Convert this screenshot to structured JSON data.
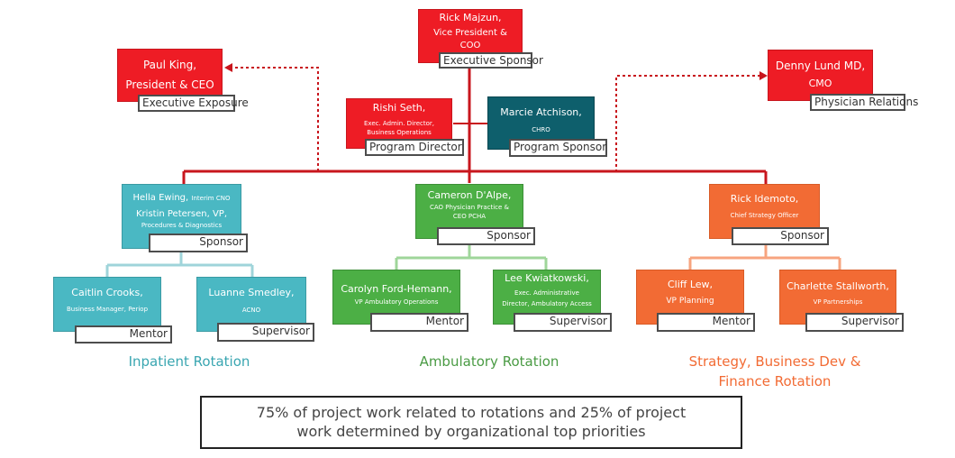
{
  "executives": {
    "majzun": {
      "name": "Rick Majzun,",
      "title": "Vice President &",
      "title2": "COO",
      "role": "Executive Sponsor"
    },
    "king": {
      "name": "Paul King,",
      "title": "President & CEO",
      "role": "Executive Exposure"
    },
    "lund": {
      "name": "Denny Lund MD,",
      "title": "CMO",
      "role": "Physician Relations"
    },
    "seth": {
      "name": "Rishi Seth,",
      "title": "Exec. Admin. Director,",
      "title2": "Business Operations",
      "role": "Program Director"
    },
    "atchison": {
      "name": "Marcie Atchison,",
      "title": "CHRO",
      "role": "Program Sponsor"
    }
  },
  "inpatient": {
    "sponsor": {
      "name1": "Hella Ewing,",
      "title1": "Interim CNO",
      "name2": "Kristin Petersen, VP,",
      "title2": "Procedures & Diagnostics",
      "role": "Sponsor"
    },
    "mentor": {
      "name": "Caitlin Crooks,",
      "title": "Business Manager, Periop",
      "role": "Mentor"
    },
    "supervisor": {
      "name": "Luanne Smedley,",
      "title": "ACNO",
      "role": "Supervisor"
    },
    "label": "Inpatient Rotation"
  },
  "ambulatory": {
    "sponsor": {
      "name": "Cameron D'Alpe,",
      "title": "CAO Physician Practice &",
      "title2": "CEO PCHA",
      "role": "Sponsor"
    },
    "mentor": {
      "name": "Carolyn Ford-Hemann,",
      "title": "VP Ambulatory Operations",
      "role": "Mentor"
    },
    "supervisor": {
      "name": "Lee Kwiatkowski,",
      "title": "Exec. Administrative",
      "title2": "Director, Ambulatory Access",
      "role": "Supervisor"
    },
    "label": "Ambulatory Rotation"
  },
  "strategy": {
    "sponsor": {
      "name": "Rick Idemoto,",
      "title": "Chief Strategy Officer",
      "role": "Sponsor"
    },
    "mentor": {
      "name": "Cliff Lew,",
      "title": "VP Planning",
      "role": "Mentor"
    },
    "supervisor": {
      "name": "Charlette Stallworth,",
      "title": "VP Partnerships",
      "role": "Supervisor"
    },
    "label": "Strategy, Business Dev &",
    "label2": "Finance Rotation"
  },
  "footer": {
    "line1": "75% of project work related to rotations and 25% of project",
    "line2": "work determined by organizational top priorities"
  },
  "colors": {
    "executive": "#ee1c25",
    "hr": "#0e5f6c",
    "inpatient": "#4ab8c3",
    "ambulatory": "#4caf45",
    "strategy": "#f26b34",
    "inpatient_text": "#3aa6b1",
    "ambulatory_text": "#4a9b44",
    "strategy_text": "#f26b34"
  }
}
